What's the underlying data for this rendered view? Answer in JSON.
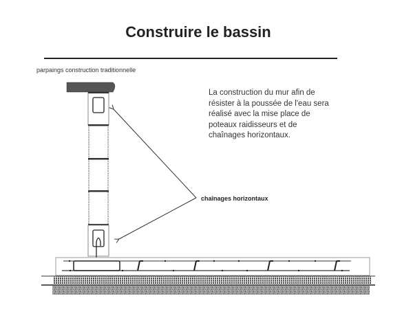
{
  "header": {
    "title": "Construire le bassin"
  },
  "diagram": {
    "subtitle": "parpaings construction traditionnelle",
    "description": "La construction du mur afin de\nrésister à la poussée de l'eau sera\nréalisé avec la mise place de\npoteaux raidisseurs et de\nchaînages horizontaux.",
    "callout_label": "chaînages horizontaux",
    "colors": {
      "ink": "#222222",
      "cap": "#555555",
      "gravel": "#888888"
    }
  }
}
